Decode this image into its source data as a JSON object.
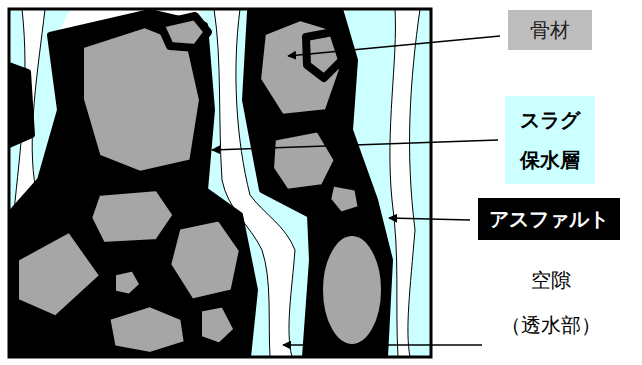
{
  "diagram": {
    "nodes": [
      {
        "text": [
          "骨材"
        ]
      },
      {
        "text": [
          "スラグ 保水層"
        ]
      },
      {
        "text": [
          "アスファルト"
        ]
      }
    ],
    "labels": [
      "空隙 （透水部）"
    ]
  }
}
